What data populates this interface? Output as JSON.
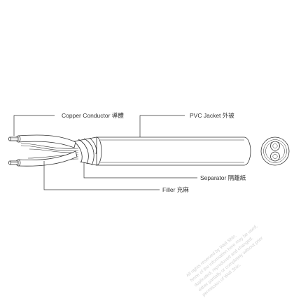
{
  "diagram": {
    "labels": {
      "copper_conductor": "Copper Conductor 導體",
      "pvc_jacket": "PVC Jacket 外被",
      "separator": "Separator 隔離紙",
      "filler": "Filler 充麻"
    },
    "watermark": {
      "lines": [
        "All rights reserved by Well Shin.",
        "None of the information here may be used,",
        "duplicated, reproduced and changed,",
        "either partially or completely without prior",
        "permission of Well Shin."
      ]
    }
  },
  "colors": {
    "stroke": "#333333",
    "background": "#ffffff",
    "watermark": "#d2d2d2"
  }
}
